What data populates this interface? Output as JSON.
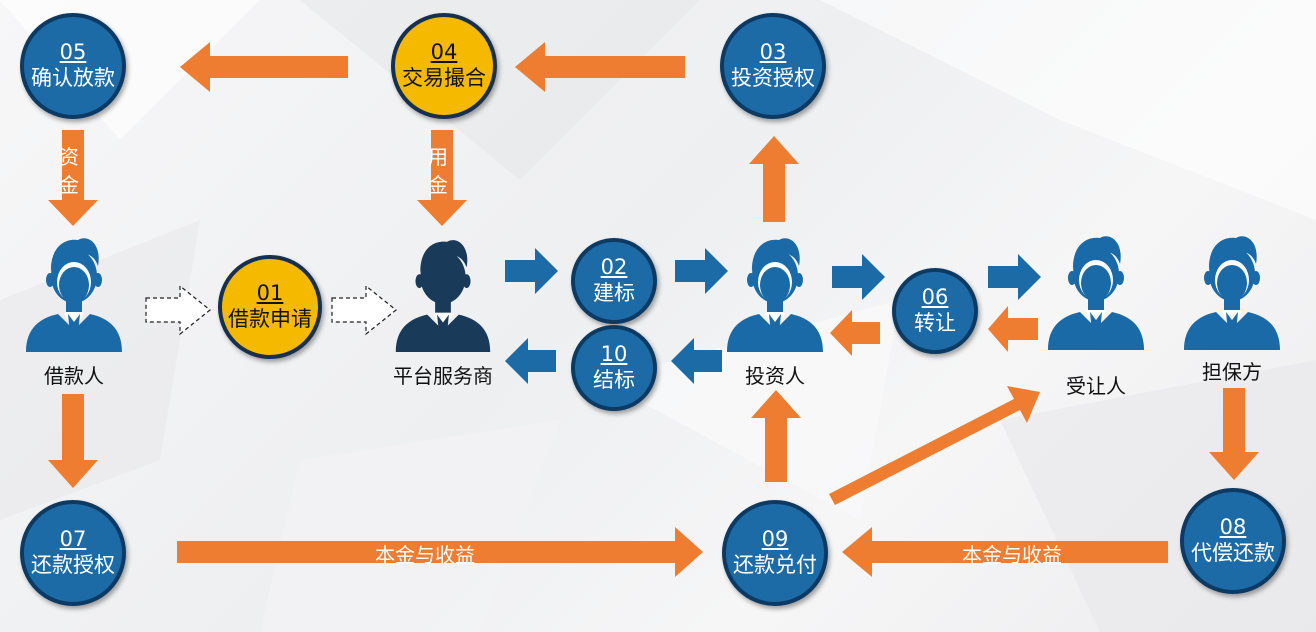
{
  "nodes": {
    "n01": {
      "num": "01",
      "label": "借款申请"
    },
    "n02": {
      "num": "02",
      "label": "建标"
    },
    "n03": {
      "num": "03",
      "label": "投资授权"
    },
    "n04": {
      "num": "04",
      "label": "交易撮合"
    },
    "n05": {
      "num": "05",
      "label": "确认放款"
    },
    "n06": {
      "num": "06",
      "label": "转让"
    },
    "n07": {
      "num": "07",
      "label": "还款授权"
    },
    "n08": {
      "num": "08",
      "label": "代偿还款"
    },
    "n09": {
      "num": "09",
      "label": "还款兑付"
    },
    "n10": {
      "num": "10",
      "label": "结标"
    }
  },
  "actors": {
    "borrower": "借款人",
    "platform": "平台服务商",
    "investor": "投资人",
    "transferee": "受让人",
    "guarantor": "担保方"
  },
  "flow_labels": {
    "capital_top": "资",
    "capital_bottom": "金",
    "fee_top": "用",
    "fee_bottom": "金",
    "principal_income_left": "本金与收益",
    "principal_income_right": "本金与收益"
  },
  "colors": {
    "node_blue": "#1d6ba6",
    "node_yellow": "#f5b900",
    "arrow_orange": "#ee7d31",
    "arrow_blue": "#1d6ba6",
    "person_blue": "#1a6aa8",
    "person_dark": "#1a3a5a"
  }
}
